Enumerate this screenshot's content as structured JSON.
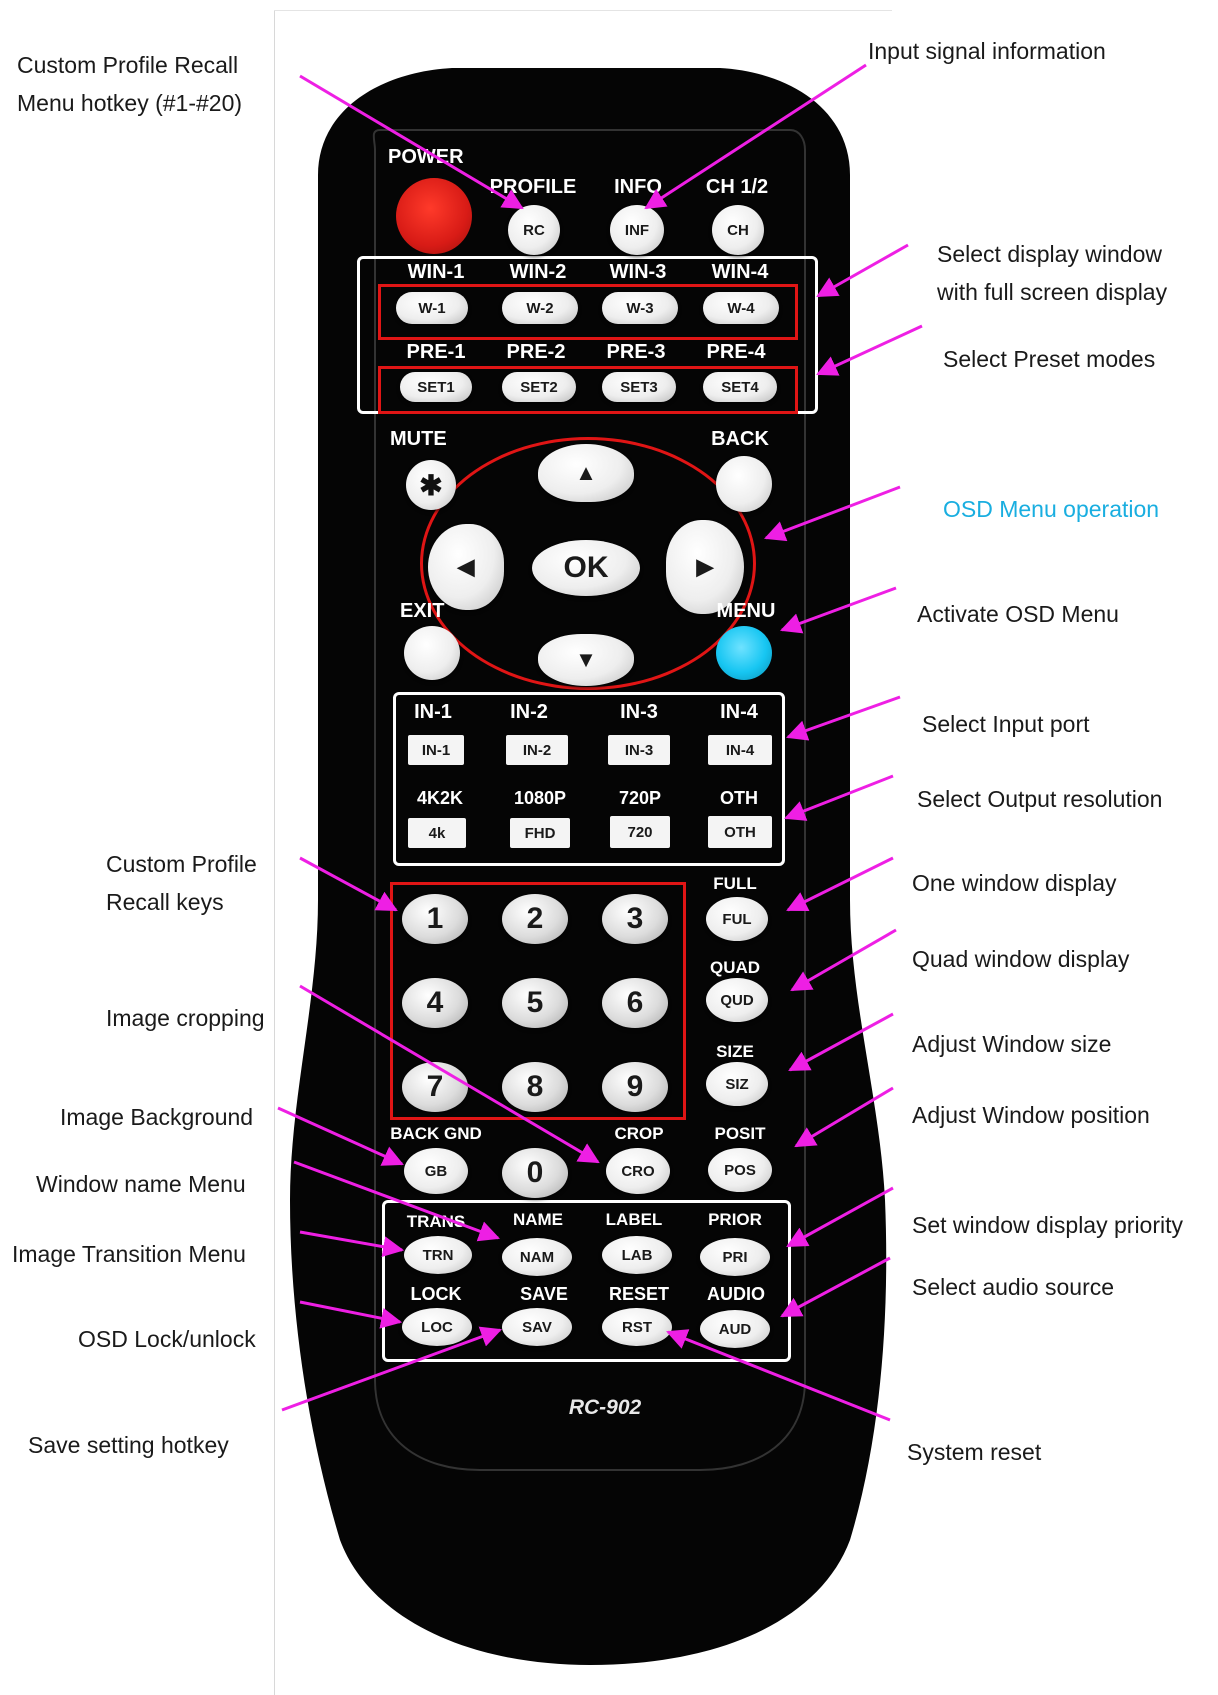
{
  "model": "RC-902",
  "annotations": {
    "custom_profile_recall_menu": [
      "Custom  Profile  Recall",
      "Menu  hotkey  (#1-#20)"
    ],
    "input_signal": [
      "Input  signal  information"
    ],
    "select_window": [
      "Select  display  window",
      "with  full  screen  display"
    ],
    "select_preset": [
      "Select  Preset  modes"
    ],
    "osd_operation": [
      "OSD Menu operation"
    ],
    "activate_osd": [
      "Activate OSD Menu"
    ],
    "select_input": [
      "Select Input port"
    ],
    "select_output": [
      "Select Output resolution"
    ],
    "custom_profile_keys": [
      "Custom Profile",
      "Recall  keys"
    ],
    "one_window": [
      "One window display"
    ],
    "quad_window": [
      "Quad window display"
    ],
    "image_cropping": [
      "Image cropping"
    ],
    "adjust_size": [
      "Adjust Window size"
    ],
    "image_background": [
      "Image Background"
    ],
    "adjust_position": [
      "Adjust Window position"
    ],
    "window_name": [
      "Window name Menu"
    ],
    "set_priority": [
      "Set window display priority"
    ],
    "image_transition": [
      "Image Transition Menu"
    ],
    "audio_source": [
      "Select audio source"
    ],
    "osd_lock": [
      "OSD Lock/unlock"
    ],
    "save_hotkey": [
      "Save setting hotkey"
    ],
    "system_reset": [
      "System reset"
    ]
  },
  "top_row": {
    "power_label": "POWER",
    "profile_label": "PROFILE",
    "profile_btn": "RC",
    "info_label": "INFO",
    "info_btn": "INF",
    "ch_label": "CH 1/2",
    "ch_btn": "CH"
  },
  "windows": [
    {
      "label": "WIN-1",
      "btn": "W-1"
    },
    {
      "label": "WIN-2",
      "btn": "W-2"
    },
    {
      "label": "WIN-3",
      "btn": "W-3"
    },
    {
      "label": "WIN-4",
      "btn": "W-4"
    }
  ],
  "presets": [
    {
      "label": "PRE-1",
      "btn": "SET1"
    },
    {
      "label": "PRE-2",
      "btn": "SET2"
    },
    {
      "label": "PRE-3",
      "btn": "SET3"
    },
    {
      "label": "PRE-4",
      "btn": "SET4"
    }
  ],
  "nav": {
    "mute_label": "MUTE",
    "back_label": "BACK",
    "exit_label": "EXIT",
    "menu_label": "MENU",
    "ok": "OK",
    "up": "▲",
    "down": "▼",
    "left": "◀",
    "right": "▶",
    "mute_glyph": "✱",
    "menu_color": "#17c6f2"
  },
  "inputs": [
    {
      "label": "IN-1",
      "btn": "IN-1"
    },
    {
      "label": "IN-2",
      "btn": "IN-2"
    },
    {
      "label": "IN-3",
      "btn": "IN-3"
    },
    {
      "label": "IN-4",
      "btn": "IN-4"
    }
  ],
  "resolutions": [
    {
      "label": "4K2K",
      "btn": "4k"
    },
    {
      "label": "1080P",
      "btn": "FHD"
    },
    {
      "label": "720P",
      "btn": "720"
    },
    {
      "label": "OTH",
      "btn": "OTH"
    }
  ],
  "numbers": [
    "1",
    "2",
    "3",
    "4",
    "5",
    "6",
    "7",
    "8",
    "9",
    "0"
  ],
  "side": [
    {
      "label": "FULL",
      "btn": "FUL"
    },
    {
      "label": "QUAD",
      "btn": "QUD"
    },
    {
      "label": "SIZE",
      "btn": "SIZ"
    },
    {
      "label": "POSIT",
      "btn": "POS"
    }
  ],
  "bottom_row": [
    {
      "label": "BACK GND",
      "btn": "GB"
    },
    {
      "label": "CROP",
      "btn": "CRO"
    }
  ],
  "func1": [
    {
      "label": "TRANS",
      "btn": "TRN"
    },
    {
      "label": "NAME",
      "btn": "NAM"
    },
    {
      "label": "LABEL",
      "btn": "LAB"
    },
    {
      "label": "PRIOR",
      "btn": "PRI"
    }
  ],
  "func2": [
    {
      "label": "LOCK",
      "btn": "LOC"
    },
    {
      "label": "SAVE",
      "btn": "SAV"
    },
    {
      "label": "RESET",
      "btn": "RST"
    },
    {
      "label": "AUDIO",
      "btn": "AUD"
    }
  ],
  "colors": {
    "arrow": "#ee1fe4",
    "frame_red": "#e01515",
    "power": "#d81b16",
    "body": "#050505"
  }
}
